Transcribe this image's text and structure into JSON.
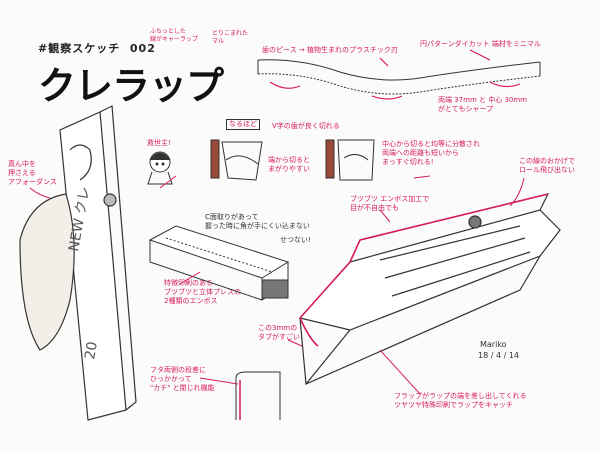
{
  "header": {
    "tag": "#観察スケッチ",
    "number": "002",
    "logo_text": "クレラップ",
    "note_logo_stroke": "ふちっとした\n線がキャーラップ",
    "note_round": "とりこまれた\nマル"
  },
  "blade": {
    "material_note": "歯のピース → 植物生まれのプラスチック刃",
    "die_cut_note": "円パターンダイカット 端材をミニマル",
    "size_note": "両端 37mm と 中心 30mm\nがとてもシャープ"
  },
  "cut": {
    "label": "なるほど",
    "v_note": "V字の歯が良く切れる",
    "edge_note": "端から切ると\nまがりやすい",
    "center_note": "中心から切ると均等に分散され\n両端への距離も短いから\nまっすぐ切れる!"
  },
  "character_label": "救世主!",
  "left_note": "真ん中を\n押さえる\nアフォーダンス",
  "middle_note": "C面取りがあって\n握った時に角が手にくい込まない",
  "middle_note2": "せつない!",
  "emboss_note": "特徴印刷のある\nブツブツと立体プレスの\n2種類のエンボス",
  "top_note": "ブツブツ エンボス加工で\n目が不自由でも",
  "right_note": "この線のおかげで\nロール飛び出ない",
  "tab_note": "この3mmの\nタブがすごい!",
  "side_note": "フタ両側の段差に\nひっかかって\n\"カチ\" と閉じれ機能",
  "bottom_note": "フラップがラップの端を差し出してくれる\nツヤツヤ特殊印刷でラップをキャッチ",
  "box_text": "NEW クレ",
  "box_number": "20",
  "signature": "Mariko",
  "date": "18 / 4 / 14",
  "colors": {
    "accent": "#d81b60",
    "ink": "#222222"
  }
}
